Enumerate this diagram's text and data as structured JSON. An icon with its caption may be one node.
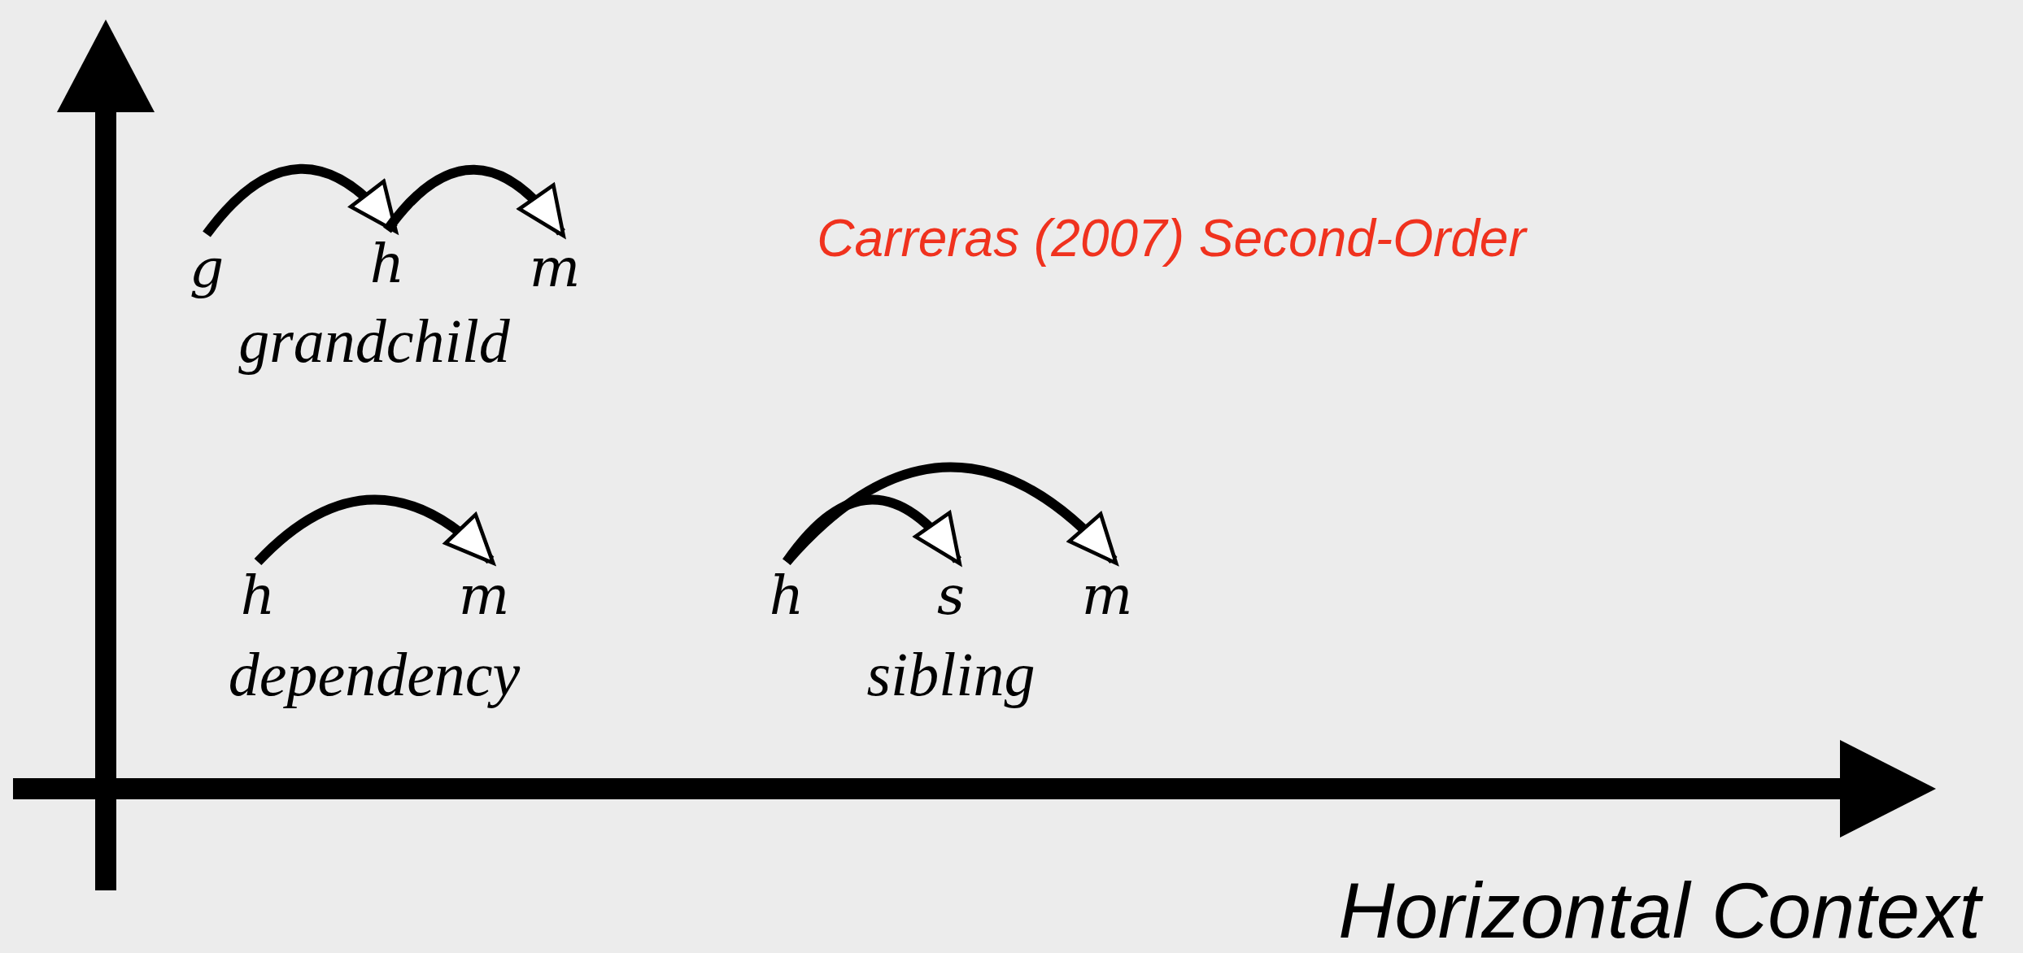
{
  "diagram": {
    "nodes": [
      {
        "text": [
          "g"
        ]
      },
      {
        "text": [
          "h"
        ]
      },
      {
        "text": [
          "m"
        ]
      },
      {
        "text": [
          "h"
        ]
      },
      {
        "text": [
          "m"
        ]
      },
      {
        "text": [
          "h"
        ]
      },
      {
        "text": [
          "s"
        ]
      },
      {
        "text": [
          "m"
        ]
      }
    ],
    "edges": [
      {
        "from": 0,
        "to": 1,
        "arrow": "to"
      },
      {
        "from": 1,
        "to": 2,
        "arrow": "to"
      },
      {
        "from": 3,
        "to": 4,
        "arrow": "to"
      },
      {
        "from": 5,
        "to": 6,
        "arrow": "to"
      },
      {
        "from": 5,
        "to": 7,
        "arrow": "to"
      }
    ],
    "labels": [
      "Carreras (2007) Second-Order",
      "grandchild",
      "dependency",
      "sibling",
      "Horizontal Context"
    ]
  }
}
